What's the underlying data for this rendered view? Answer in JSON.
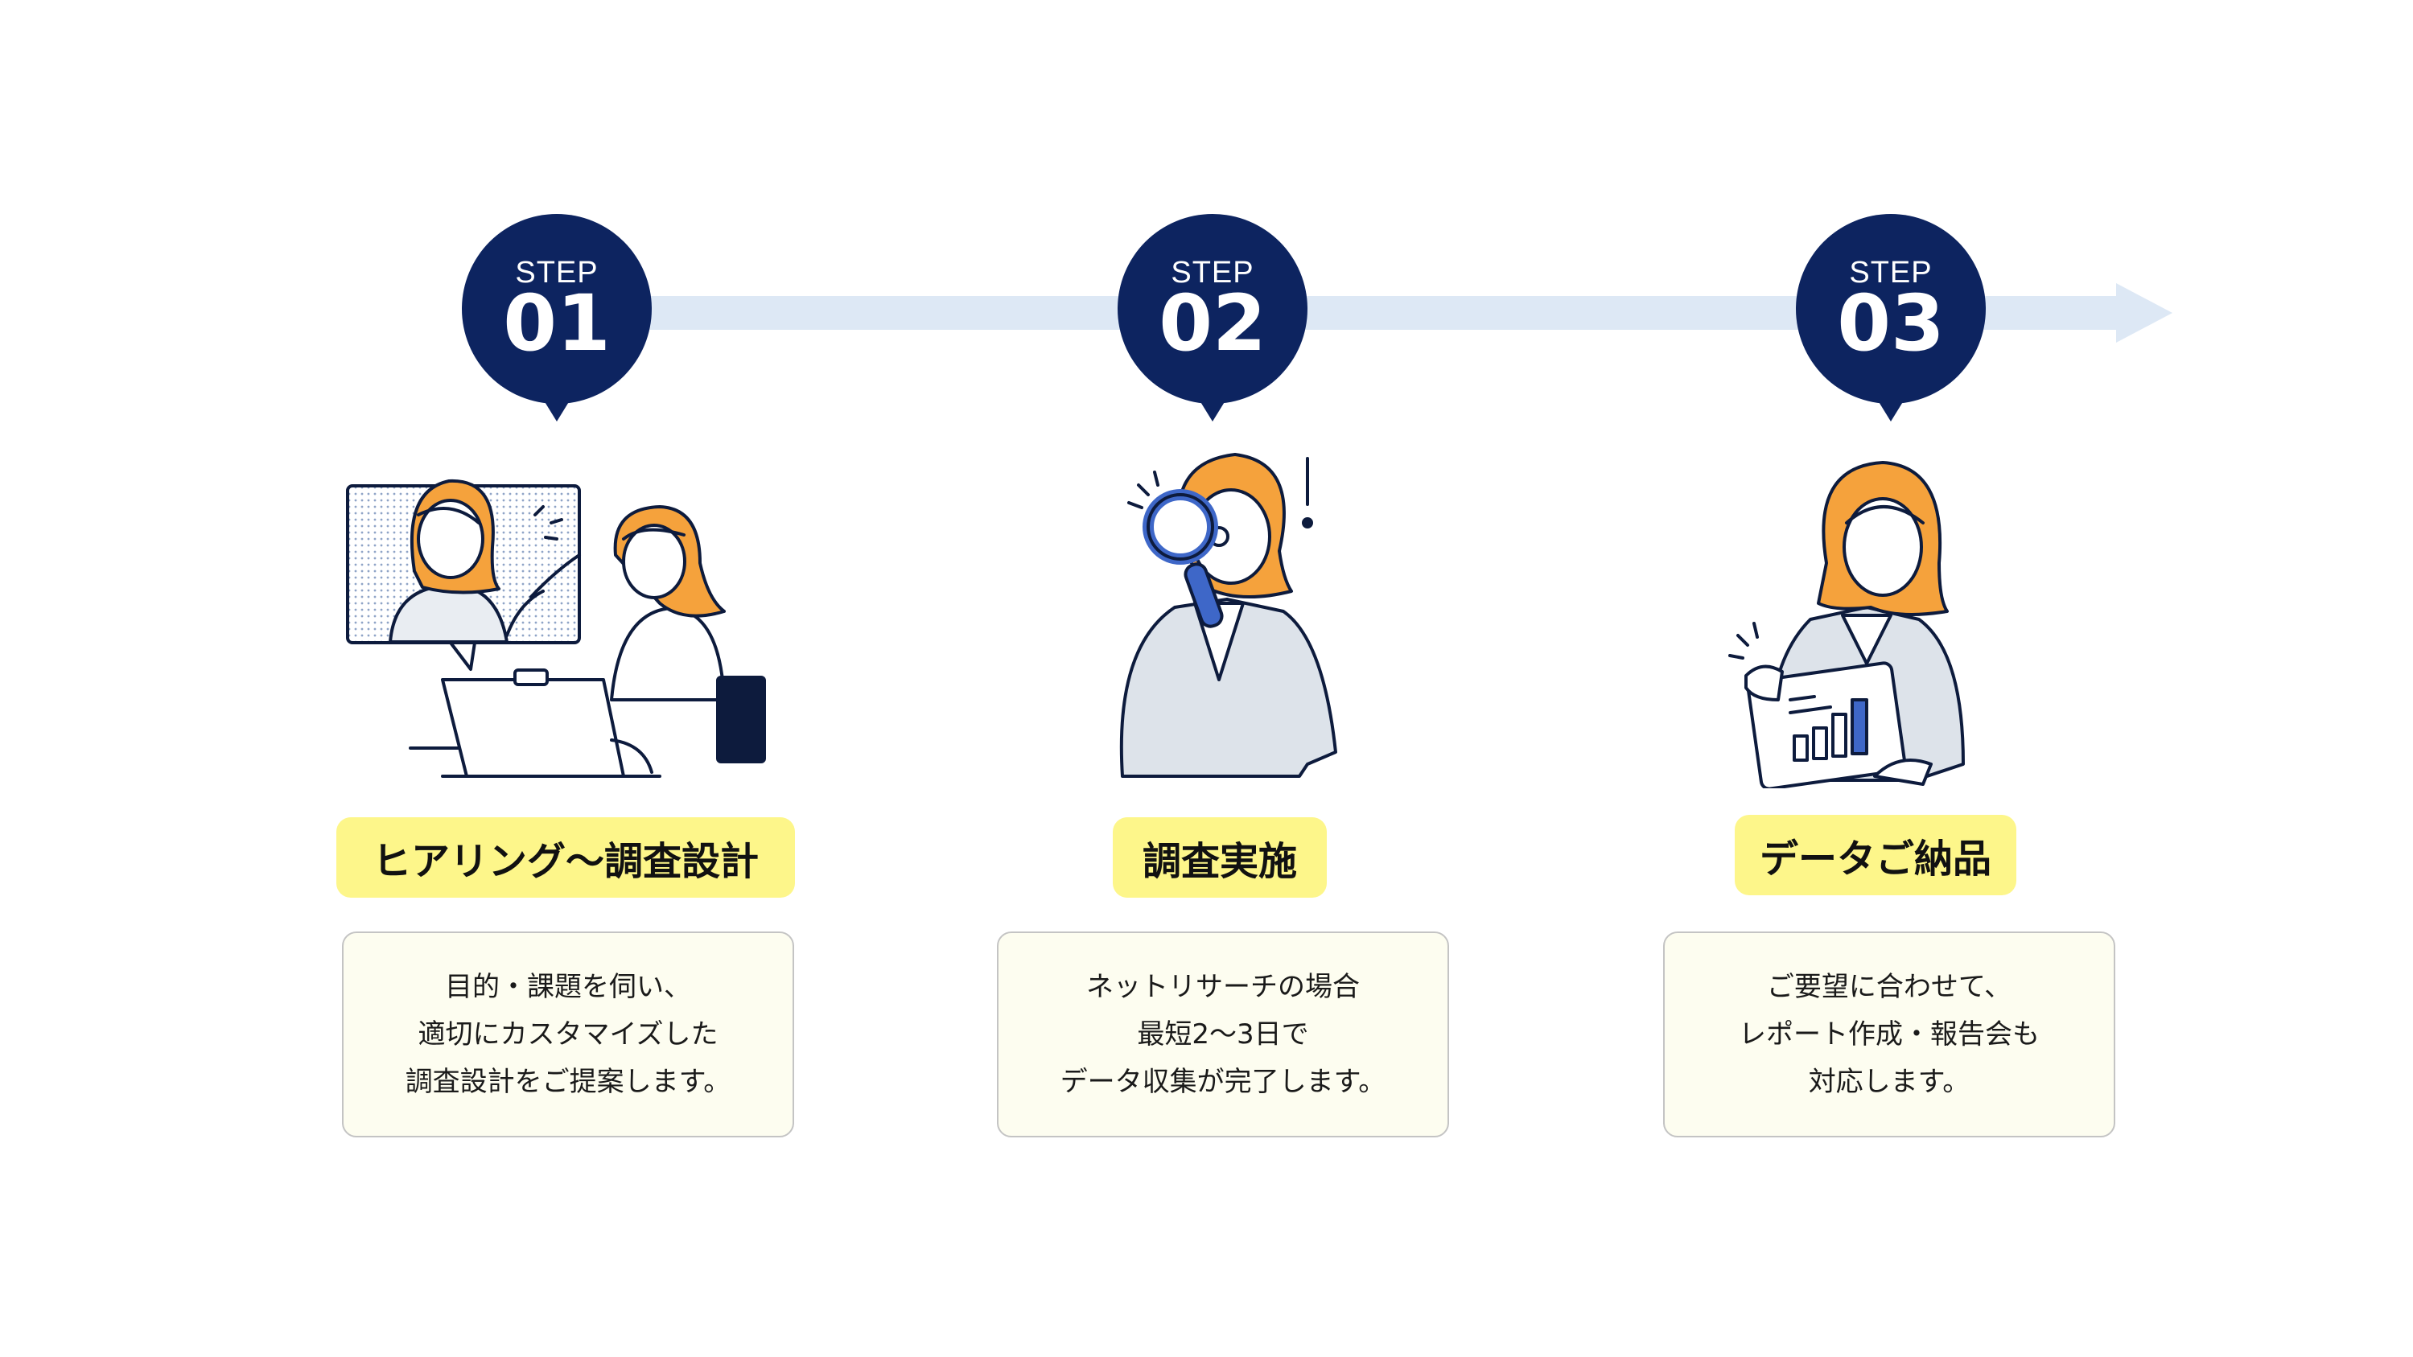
{
  "colors": {
    "badge": "#0d2460",
    "arrow": "#dde8f5",
    "chip": "#fdf68a",
    "box": "#fdfdf0"
  },
  "steps": [
    {
      "label": "STEP",
      "number": "01",
      "title": "ヒアリング〜調査設計",
      "lines": [
        "目的・課題を伺い、",
        "適切にカスタマイズした",
        "調査設計をご提案します。"
      ],
      "illustration": "video-call-interview-icon"
    },
    {
      "label": "STEP",
      "number": "02",
      "title": "調査実施",
      "lines": [
        "ネットリサーチの場合",
        "最短2〜3日で",
        "データ収集が完了します。"
      ],
      "illustration": "magnifying-glass-research-icon"
    },
    {
      "label": "STEP",
      "number": "03",
      "title": "データご納品",
      "lines": [
        "ご要望に合わせて、",
        "レポート作成・報告会も",
        "対応します。"
      ],
      "illustration": "report-chart-delivery-icon"
    }
  ]
}
